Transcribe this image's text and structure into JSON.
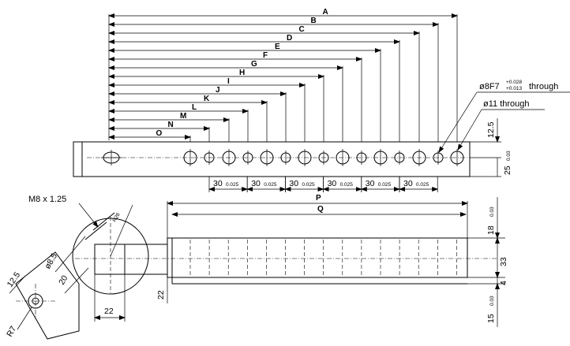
{
  "drawing": {
    "length_labels": [
      "A",
      "B",
      "C",
      "D",
      "E",
      "F",
      "G",
      "H",
      "I",
      "J",
      "K",
      "L",
      "M",
      "N",
      "O"
    ],
    "top_callouts": {
      "reamed_hole": "ø8F7",
      "reamed_tol_upper": "+0.028",
      "reamed_tol_lower": "+0.013",
      "reamed_suffix": "through",
      "through_hole": "ø11 through"
    },
    "pitch": {
      "value": "30",
      "tolerance": "0.025",
      "count": 6
    },
    "side_dims": {
      "edge_offset": "12.5",
      "plate_height": "25",
      "plate_height_tol": "0.03"
    },
    "bottom_labels": {
      "P": "P",
      "Q": "Q",
      "thread": "M8 x 1.25",
      "radius_arm": "R28",
      "bore": "ø8.5",
      "dim_20": "20",
      "dim_22_h": "22",
      "dim_22_v": "22",
      "dim_12_5": "12.5",
      "radius_tip": "R7",
      "dim_18": "18",
      "dim_18_tol": "0.03",
      "dim_33": "33",
      "dim_4": "4",
      "dim_15": "15",
      "dim_15_tol": "0.03"
    }
  }
}
